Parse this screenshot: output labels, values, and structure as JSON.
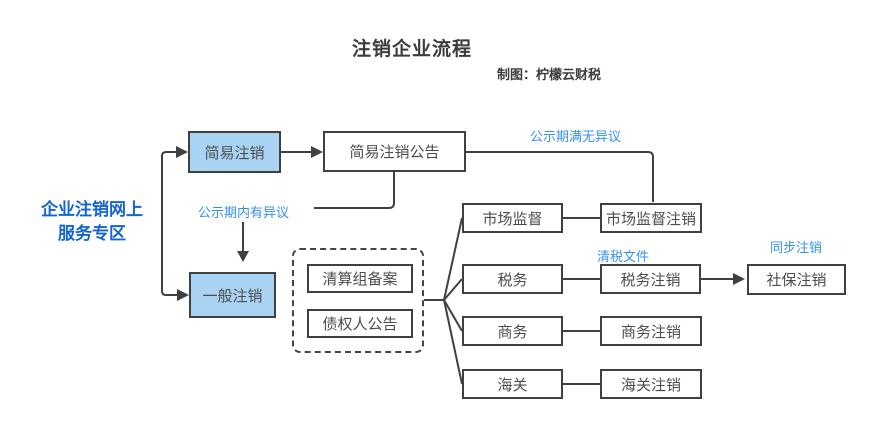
{
  "header": {
    "title": "注销企业流程",
    "credit": "制图：柠檬云财税"
  },
  "portal": {
    "line1": "企业注销网上",
    "line2": "服务专区"
  },
  "nodes": {
    "simple": "简易注销",
    "simple_notice": "简易注销公告",
    "general": "一般注销",
    "liquidation_filing": "清算组备案",
    "creditor_notice": "债权人公告",
    "market_regulation": "市场监督",
    "market_regulation_cancel": "市场监督注销",
    "tax": "税务",
    "tax_cancel": "税务注销",
    "social_security_cancel": "社保注销",
    "commerce": "商务",
    "commerce_cancel": "商务注销",
    "customs": "海关",
    "customs_cancel": "海关注销"
  },
  "edge_labels": {
    "no_objection": "公示期满无异议",
    "objection": "公示期内有异议",
    "tax_clearance": "清税文件",
    "sync_cancel": "同步注销"
  },
  "colors": {
    "line": "#404040",
    "box_border": "#404040",
    "box_text": "#4d4d4d",
    "blue_fill": "#a9d3f3",
    "edge_label_blue": "#3492f4",
    "portal_blue": "#1464d2",
    "title_text": "#3c3c3c"
  }
}
